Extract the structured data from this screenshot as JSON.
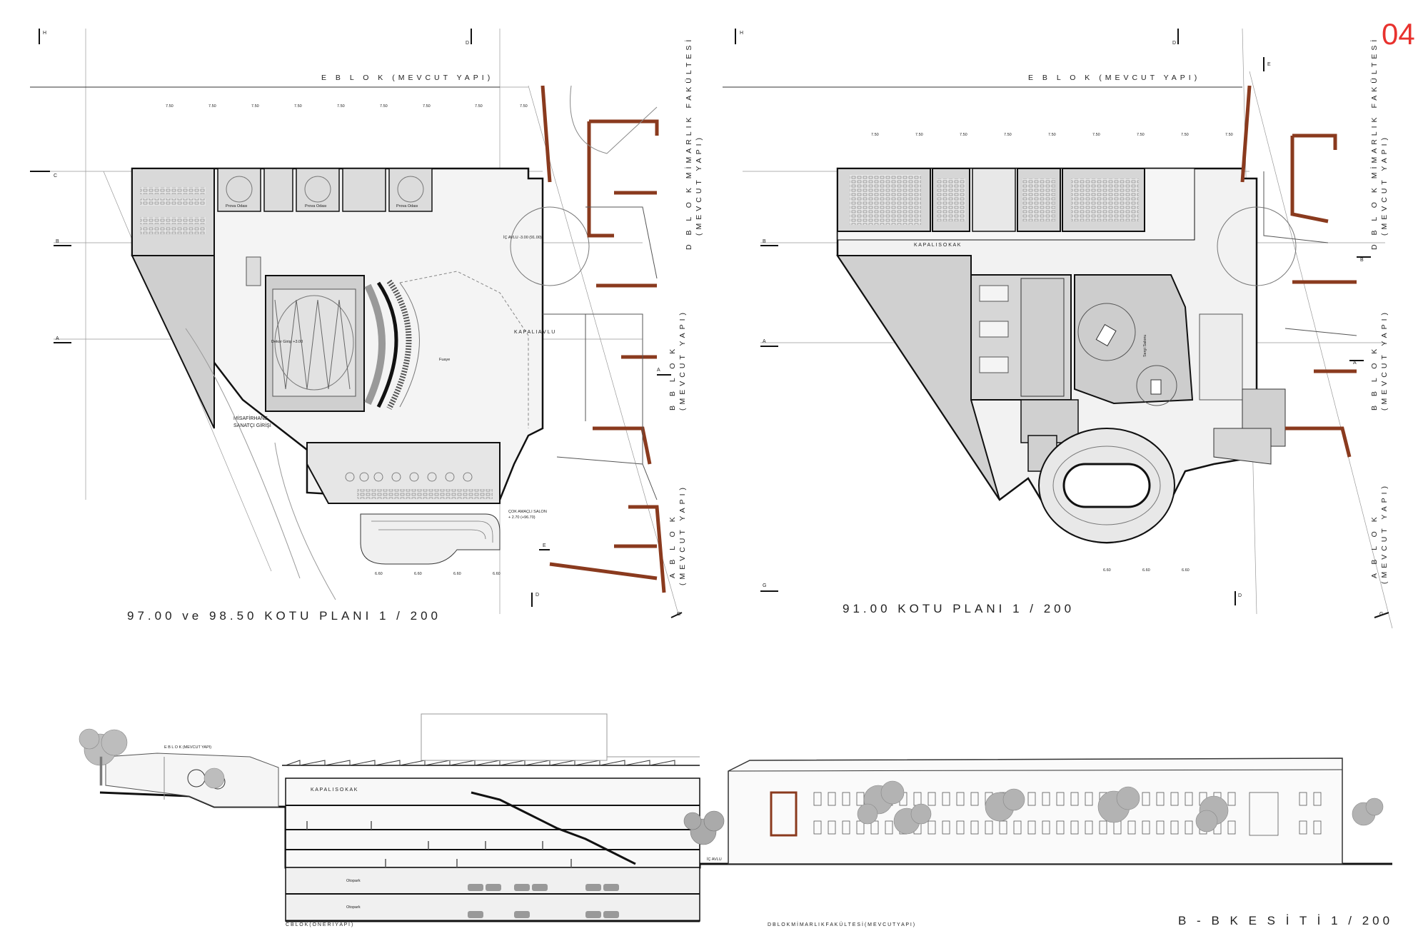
{
  "page_number": "04",
  "plan_left": {
    "title": "97.00  ve 98.50  KOTU  PLANI   1 / 200",
    "e_block": "E   B L O K (MEVCUT YAPI)",
    "d_block_1": "D  B L O K  MİMARLIK FAKÜLTESİ",
    "d_block_2": "(MEVCUT YAPI)",
    "b_block_1": "B   B L O K",
    "b_block_2": "(MEVCUT YAPI)",
    "a_block_1": "A   B L O K",
    "a_block_2": "(MEVCUT YAPI)",
    "kapali_avlu": "K A P A L I   A V L U",
    "ic_avlu": "İÇ AVLU -3.00 (91.00)",
    "misafirhane": "MİSAFİRHANE",
    "sanatci_girisi": "SANATÇI GİRİŞİ",
    "cok_amacli": "ÇOK AMAÇLI SALON",
    "cok_amacli_kot": "+ 2.70 (+96.70)",
    "fuaye": "Fuaye",
    "dekor_girisi": "Dekor Girişi +3.00",
    "prova_odasi": "Prova Odası",
    "dimension": "7.50",
    "dimension_2": "6.60"
  },
  "plan_right": {
    "title": "91.00  KOTU  PLANI   1 / 200",
    "e_block": "E   B L O K (MEVCUT YAPI)",
    "d_block_1": "D  B L O K  MİMARLIK FAKÜLTESİ",
    "d_block_2": "(MEVCUT YAPI)",
    "b_block_1": "B   B L O K",
    "b_block_2": "(MEVCUT YAPI)",
    "a_block_1": "A   B L O K",
    "a_block_2": "(MEVCUT YAPI)",
    "kapali_sokak": "K A P A L I   S O K A K",
    "sergi_salonu": "Sergi Salonu"
  },
  "section": {
    "title": "B - B  K E S İ T İ   1 / 200",
    "c_block": "C  B L O K  ( Ö N E R İ  Y A P I )",
    "d_block": "D  B L O K  M İ M A R L I K  F A K Ü L T E S İ  ( M E V C U T  Y A P I )",
    "e_block": "E  B L O K  (MEVCUT YAPI)",
    "kapali_sokak": "K A P A L I   S O K A K",
    "otopark": "Otopark",
    "ic_avlu": "İÇ AVLU"
  },
  "grid": {
    "a": "A",
    "b": "B",
    "c": "C",
    "d": "D",
    "e": "E",
    "f": "F",
    "g": "G",
    "h": "H"
  },
  "colors": {
    "brick": "#8a3a1e",
    "gray_fill": "#d6d6d6",
    "light_fill": "#ececec",
    "accent": "#e8322e"
  }
}
